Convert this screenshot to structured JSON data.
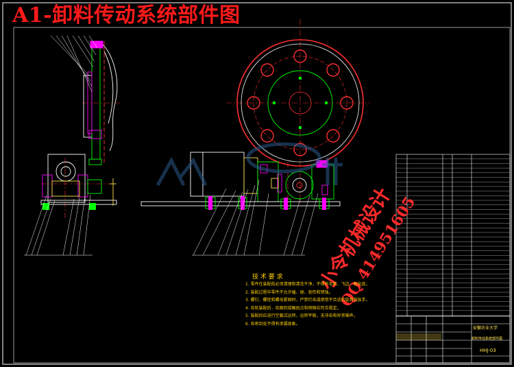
{
  "title": "A1-卸料传动系统部件图",
  "watermark": {
    "line1": "小令机械设计",
    "line2": "QQ 414951605"
  },
  "tech_requirements": {
    "title": "技 术 要 求",
    "items": [
      "1. 零件在装配前必须清理和清洗干净，不得有毛刺、飞边、氧化皮。",
      "2. 装配过程中零件不允许磕、碰、划伤和锈蚀。",
      "3. 螺钉、螺栓和螺母紧固时，严禁打击或使用不合适的旋具和扳手。",
      "4. 齿轮装配后，齿面的接触斑点和侧隙应符合规定。",
      "5. 装配后应进行空载试运转，运转平稳，无冲击和异常噪声。",
      "6. 各密封处不得有渗漏现象。"
    ]
  },
  "title_block": {
    "school": "安徽农业大学",
    "drawing_name": "卸料传动系统部件图",
    "drawing_no": "HHJ-03"
  },
  "colors": {
    "background": "#000000",
    "title": "#ff1a1a",
    "outline": "#ffffff",
    "gear": "#ff3030",
    "green": "#00ff00",
    "magenta": "#ff00ff",
    "yellow": "#ffe14a",
    "cyan": "#00ffff"
  }
}
